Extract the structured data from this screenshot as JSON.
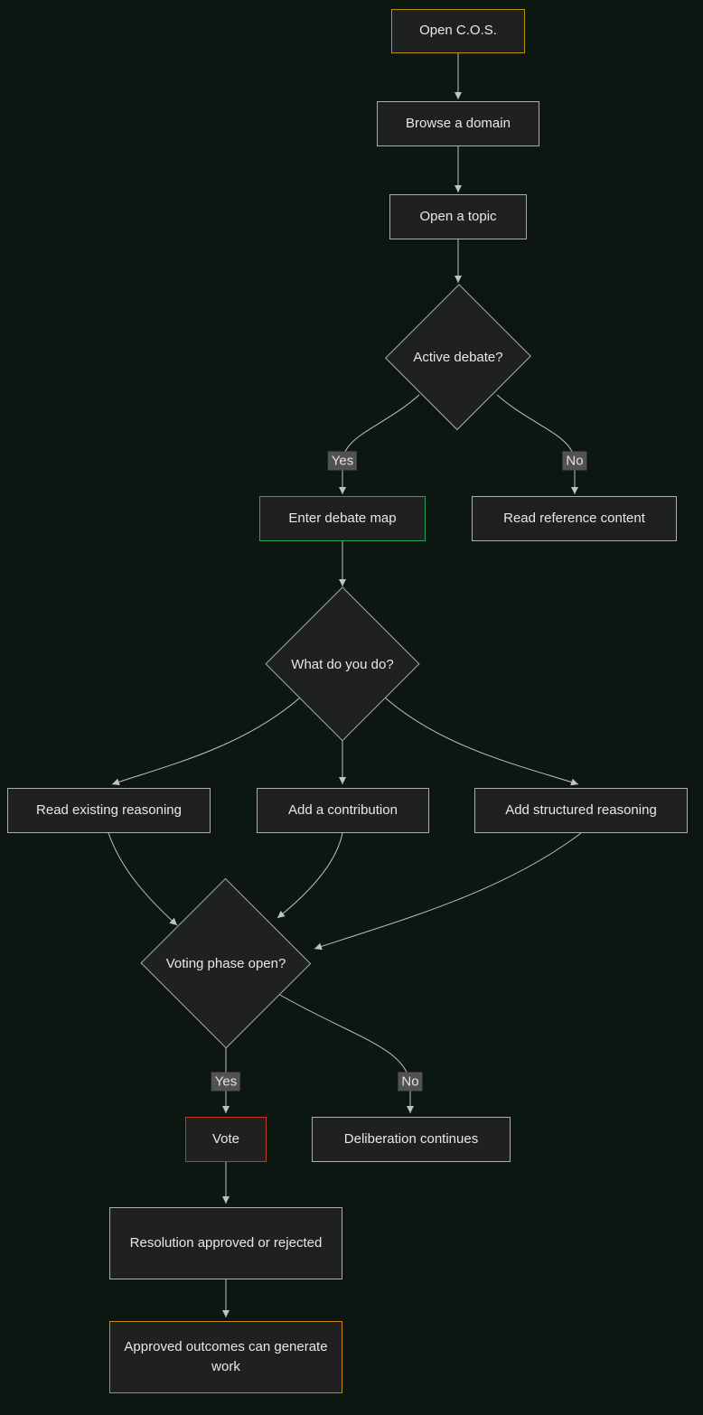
{
  "diagram": {
    "background": "#0c1712",
    "colors": {
      "node_fill": "#1f2020",
      "node_border": "#adadad",
      "node_text": "#e8e8e8",
      "edge": "#c2c2c2",
      "edge_label_bg": "#525252",
      "edge_label_text": "#e3e3e3",
      "start_border": "#b8960b",
      "enter_border": "#2aa35a",
      "vote_border": "#c0392b",
      "outcome_border": "#cf8418"
    },
    "nodes": {
      "open_cos": {
        "label": "Open C.O.S."
      },
      "browse_domain": {
        "label": "Browse a domain"
      },
      "open_topic": {
        "label": "Open a topic"
      },
      "active_debate": {
        "label": "Active debate?"
      },
      "enter_debate_map": {
        "label": "Enter debate map"
      },
      "read_reference": {
        "label": "Read reference content"
      },
      "what_do_you_do": {
        "label": "What do you do?"
      },
      "read_existing": {
        "label": "Read existing reasoning"
      },
      "add_contribution": {
        "label": "Add a contribution"
      },
      "add_structured": {
        "label": "Add structured reasoning"
      },
      "voting_phase": {
        "label": "Voting phase open?"
      },
      "vote": {
        "label": "Vote"
      },
      "deliberation": {
        "label": "Deliberation continues"
      },
      "resolution": {
        "label": "Resolution approved or rejected"
      },
      "approved_outcomes": {
        "label": "Approved outcomes can generate work"
      }
    },
    "edge_labels": {
      "active_yes": "Yes",
      "active_no": "No",
      "voting_yes": "Yes",
      "voting_no": "No"
    }
  }
}
